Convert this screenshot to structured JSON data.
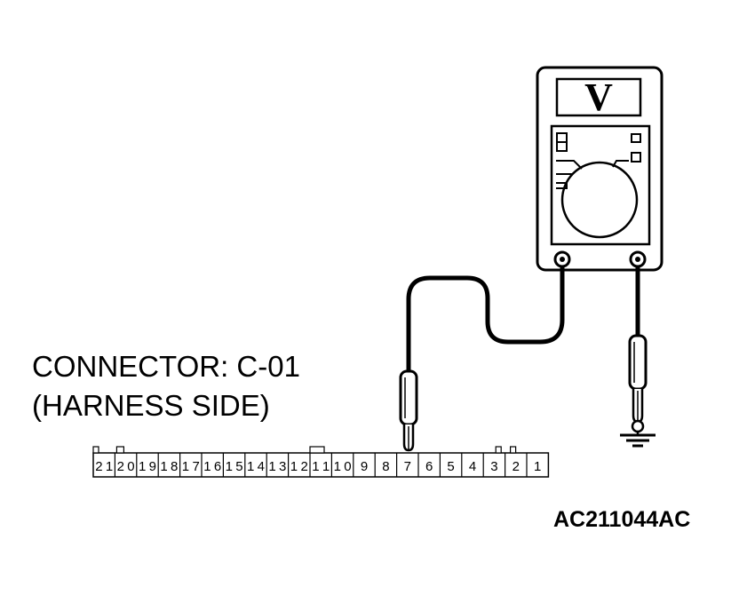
{
  "connector": {
    "title": "CONNECTOR: C-01",
    "subtitle": "(HARNESS SIDE)",
    "pins": [
      "21",
      "20",
      "19",
      "18",
      "17",
      "16",
      "15",
      "14",
      "13",
      "12",
      "11",
      "10",
      "9",
      "8",
      "7",
      "6",
      "5",
      "4",
      "3",
      "2",
      "1"
    ],
    "probed_pin": "7"
  },
  "meter": {
    "display": "V"
  },
  "figure_code": "AC211044AC",
  "icons": {
    "meter": "voltmeter-icon",
    "ground": "ground-icon",
    "probe": "probe-icon"
  }
}
